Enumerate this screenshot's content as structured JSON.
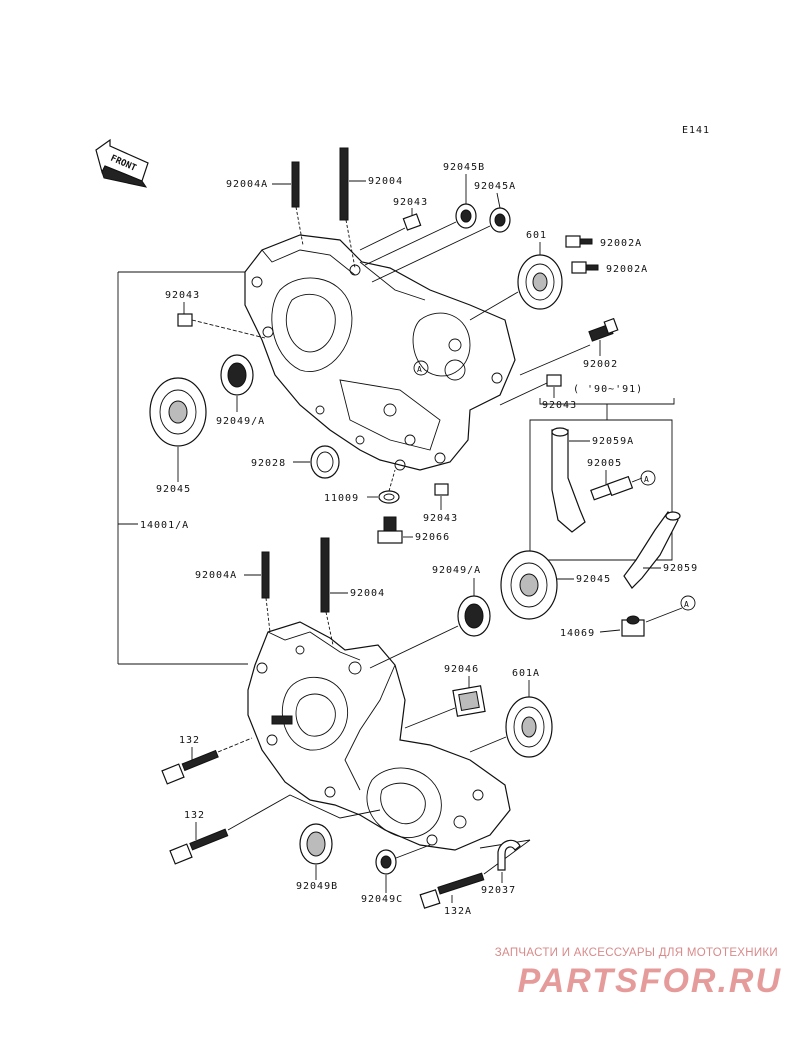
{
  "diagram_code": "E141",
  "front_label": "FRONT",
  "year_note": "( '90~'91)",
  "parts": {
    "p92004A_top": "92004A",
    "p92004_top": "92004",
    "p92043_a": "92043",
    "p92045B": "92045B",
    "p92045A": "92045A",
    "p601": "601",
    "p92002A_1": "92002A",
    "p92002A_2": "92002A",
    "p92043_left": "92043",
    "p92002": "92002",
    "p92043_b": "92043",
    "p92049A_top": "92049/A",
    "p92045_left": "92045",
    "p92028": "92028",
    "p11009": "11009",
    "p92043_c": "92043",
    "p92066": "92066",
    "p14001A": "14001/A",
    "p92059A": "92059A",
    "p92005": "92005",
    "pA1": "A",
    "p92059": "92059",
    "p14069": "14069",
    "pA2": "A",
    "pA_case": "A",
    "p92004A_bot": "92004A",
    "p92004_bot": "92004",
    "p92049A_bot": "92049/A",
    "p92045_bot": "92045",
    "p92046": "92046",
    "p601A": "601A",
    "p132_a": "132",
    "p132_b": "132",
    "p92049B": "92049B",
    "p92049C": "92049C",
    "p132A": "132A",
    "p92037": "92037"
  },
  "watermark": {
    "caption": "ЗАПЧАСТИ И АКСЕССУАРЫ ДЛЯ МОТОТЕХНИКИ",
    "logo": "PARTSFOR.RU"
  }
}
